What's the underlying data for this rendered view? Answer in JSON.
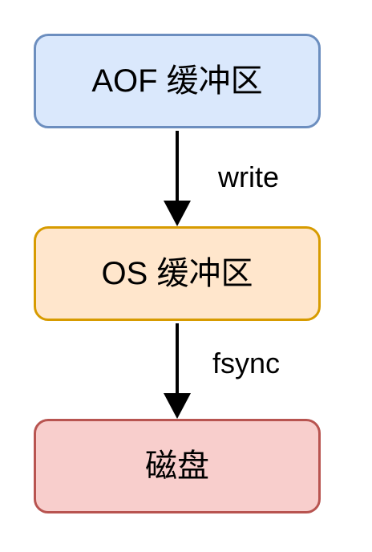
{
  "nodes": {
    "aof_buffer": {
      "label": "AOF 缓冲区",
      "fill": "#dae8fc",
      "stroke": "#6c8ebf"
    },
    "os_buffer": {
      "label": "OS 缓冲区",
      "fill": "#ffe6cc",
      "stroke": "#d79b00"
    },
    "disk": {
      "label": "磁盘",
      "fill": "#f8cecc",
      "stroke": "#b85450"
    }
  },
  "edges": [
    {
      "from": "aof_buffer",
      "to": "os_buffer",
      "label": "write"
    },
    {
      "from": "os_buffer",
      "to": "disk",
      "label": "fsync"
    }
  ],
  "colors": {
    "edge": "#000000",
    "text": "#000000",
    "background": "#ffffff"
  }
}
